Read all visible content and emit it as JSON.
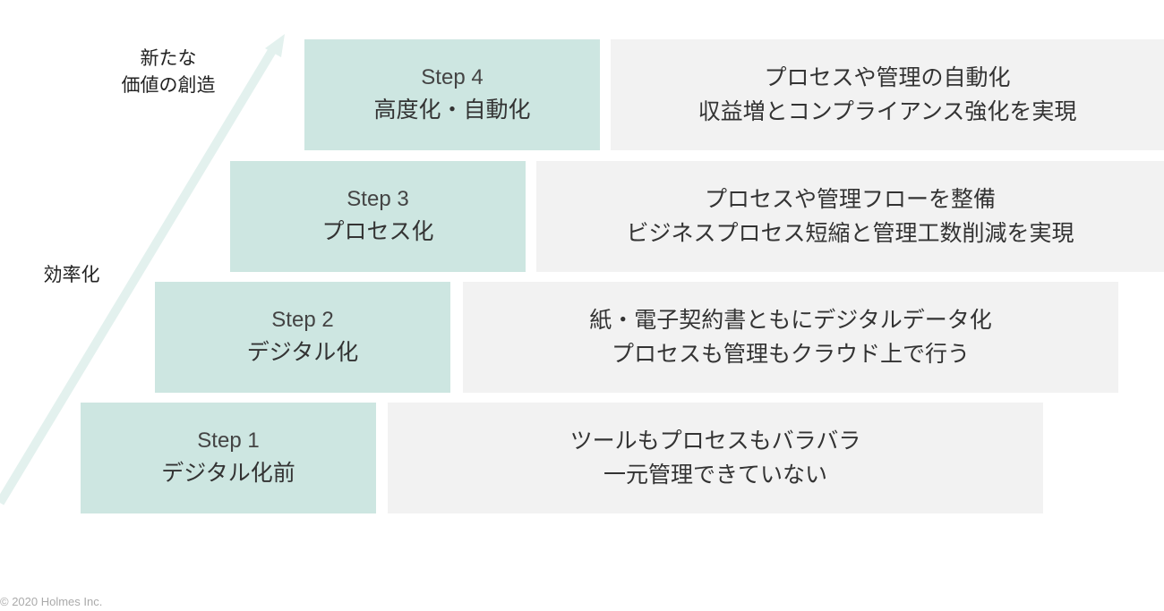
{
  "axis": {
    "top_line1": "新たな",
    "top_line2": "価値の創造",
    "middle": "効率化"
  },
  "steps": [
    {
      "step": "Step 1",
      "name": "デジタル化前",
      "desc_line1": "ツールもプロセスもバラバラ",
      "desc_line2": "一元管理できていない"
    },
    {
      "step": "Step 2",
      "name": "デジタル化",
      "desc_line1": "紙・電子契約書ともにデジタルデータ化",
      "desc_line2": "プロセスも管理もクラウド上で行う"
    },
    {
      "step": "Step 3",
      "name": "プロセス化",
      "desc_line1": "プロセスや管理フローを整備",
      "desc_line2": "ビジネスプロセス短縮と管理工数削減を実現"
    },
    {
      "step": "Step 4",
      "name": "高度化・自動化",
      "desc_line1": "プロセスや管理の自動化",
      "desc_line2": "収益増とコンプライアンス強化を実現"
    }
  ],
  "footer": {
    "copyright": "© 2020 Holmes Inc."
  },
  "colors": {
    "step_fill": "#cde6e1",
    "desc_fill": "#f2f2f2",
    "arrow": "#e3f1ee"
  }
}
